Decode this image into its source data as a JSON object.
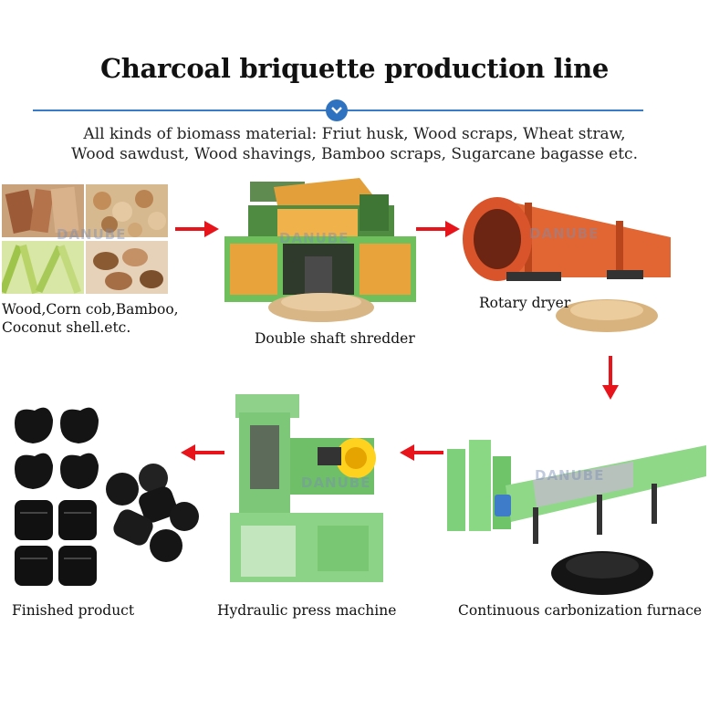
{
  "title": "Charcoal briquette production line",
  "subtitle_line1": "All kinds of biomass material: Friut husk, Wood scraps, Wheat straw,",
  "subtitle_line2": "Wood sawdust, Wood shavings, Bamboo scraps, Sugarcane bagasse etc.",
  "steps": {
    "raw": {
      "line1": "Wood,Corn cob,Bamboo,",
      "line2": "Coconut shell.etc."
    },
    "shredder": "Double shaft shredder",
    "dryer": "Rotary dryer",
    "furnace": "Continuous carbonization furnace",
    "press": "Hydraulic press machine",
    "finished": "Finished product"
  },
  "watermark": "DANUBE",
  "colors": {
    "arrow": "#e8141b",
    "accent": "#3a7bc8",
    "machine_green": "#7fd07a",
    "machine_orange": "#e8a33a",
    "dryer_orange": "#e0552d"
  },
  "icons": [
    "chevron-down-icon",
    "arrow-right-icon",
    "arrow-down-icon",
    "arrow-left-icon"
  ]
}
